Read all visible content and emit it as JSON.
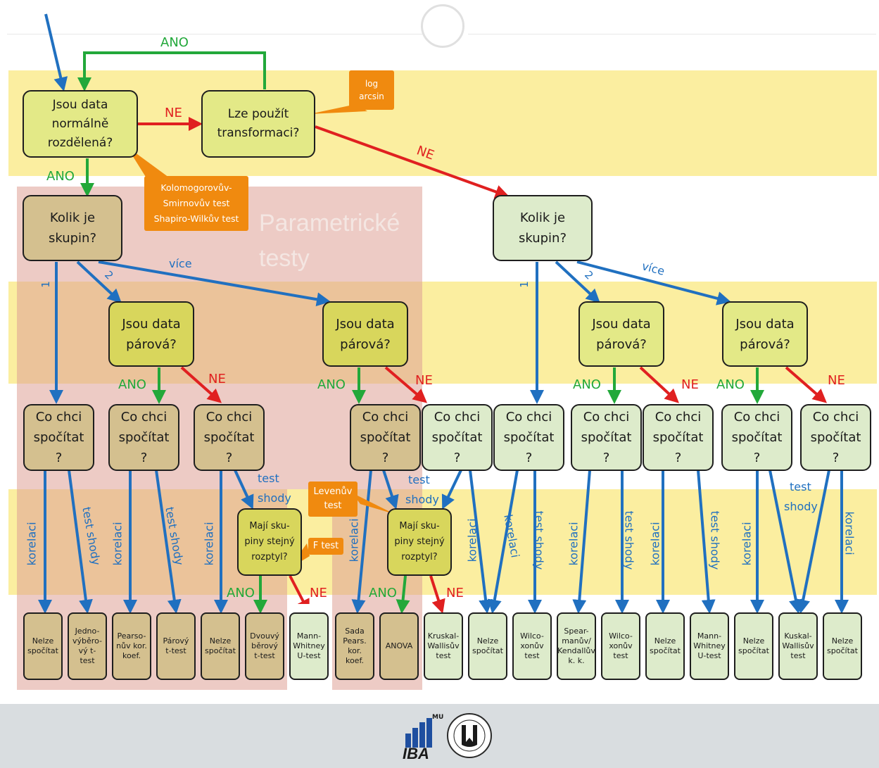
{
  "colors": {
    "green": "#22a83a",
    "red": "#e02020",
    "blue": "#2070c0",
    "orange": "#f08a0f",
    "yellow_band": "#fbeea0",
    "pink_area": "#dea096"
  },
  "section": {
    "title": "Parametrické\ntesty"
  },
  "top": {
    "q_normal": "Jsou data\nnormálně\nrozdělená?",
    "q_transform": "Lze použít\ntransformaci?",
    "callout_log": "log\narcsin",
    "callout_normality": "Kolomogorovův-\nSmirnovův test\nShapiro-Wilkův test",
    "lbl_ano_top": "ANO",
    "lbl_ne_top": "NE",
    "lbl_ano_down": "ANO",
    "lbl_ne_diag": "NE"
  },
  "groups": {
    "q": "Kolik je\nskupin?",
    "one": "1",
    "two": "2",
    "more": "více"
  },
  "paired": {
    "q": "Jsou data\npárová?",
    "ano": "ANO",
    "ne": "NE"
  },
  "want": {
    "q": "Co chci\nspočítat\n?"
  },
  "variance": {
    "q": "Mají sku-\npiny stejný\nrozptyl?",
    "ano": "ANO",
    "ne": "NE",
    "callout_f": "F test",
    "callout_levene": "Levenův\ntest"
  },
  "edges": {
    "korelaci": "korelaci",
    "test_shody": "test shody",
    "test": "test",
    "shody": "shody"
  },
  "leaves": {
    "nelze": "Nelze\nspočítat",
    "jednovyberovy": "Jedno-\nvýběro-\nvý t-\ntest",
    "pearson": "Pearso-\nnův kor.\nkoef.",
    "parovy": "Párový\nt-test",
    "dvouvyberovy": "Dvouvý\nběrový\nt-test",
    "mannwhitney": "Mann-\nWhitney\nU-test",
    "sada": "Sada\nPears.\nkor.\nkoef.",
    "anova": "ANOVA",
    "kruskal": "Kruskal-\nWallisův\ntest",
    "wilcoxon": "Wilco-\nxonův\ntest",
    "spearman": "Spear-\nmanův/\nKendallův\nk. k.",
    "mann_np": "Mann-\nWhitney\nU-test",
    "kuskal": "Kuskal-\nWallisův\ntest"
  },
  "footer": {
    "logo_iba": "IBA",
    "logo_mu": "MU"
  }
}
